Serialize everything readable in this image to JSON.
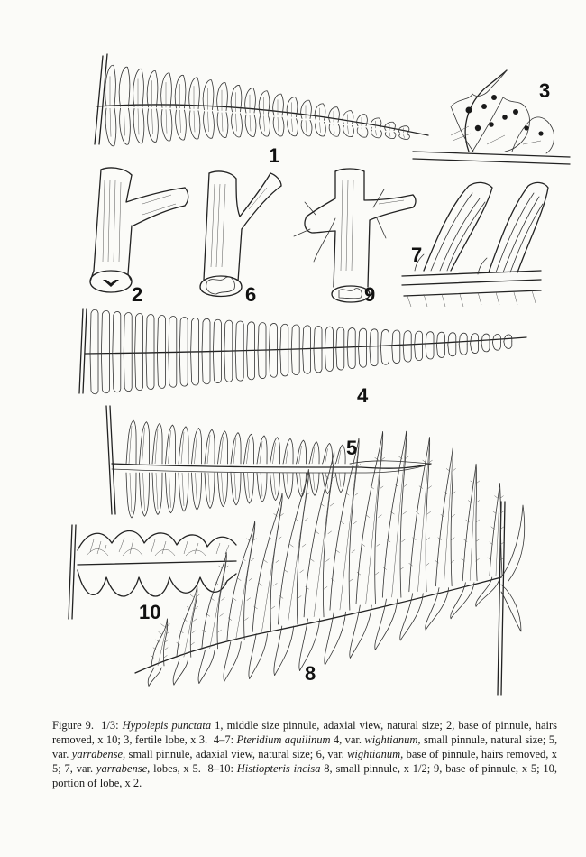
{
  "figure_labels": {
    "f1": "1",
    "f2": "2",
    "f3": "3",
    "f4": "4",
    "f5": "5",
    "f6": "6",
    "f7": "7",
    "f8": "8",
    "f9": "9",
    "f10": "10"
  },
  "caption": {
    "figure_label": "Figure 9.",
    "part1_range": "1/3:",
    "species1": "Hypolepis punctata",
    "part1_text": "1, middle size pinnule, adaxial view, natural size; 2, base of pinnule, hairs removed, x 10; 3, fertile lobe, x 3.",
    "part2_range": "4–7:",
    "species2": "Pteridium aquilinum",
    "part2_text_a": "4, var.",
    "variety_wightianum": "wightianum,",
    "part2_text_b": "small pinnule, natural size; 5, var.",
    "variety_yarrabense": "yarrabense,",
    "part2_text_c": "small pinnule, adaxial view, natural size; 6, var.",
    "variety_wightianum_2": "wightianum,",
    "part2_text_d": "base of pinnule, hairs removed, x 5; 7, var.",
    "variety_yarrabense_2": "yarrabense,",
    "part2_text_e": "lobes, x 5.",
    "part3_range": "8–10:",
    "species3": "Histiopteris incisa",
    "part3_text": "8, small pinnule, x 1/2; 9, base of pinnule, x 5; 10, portion of lobe, x 2."
  }
}
